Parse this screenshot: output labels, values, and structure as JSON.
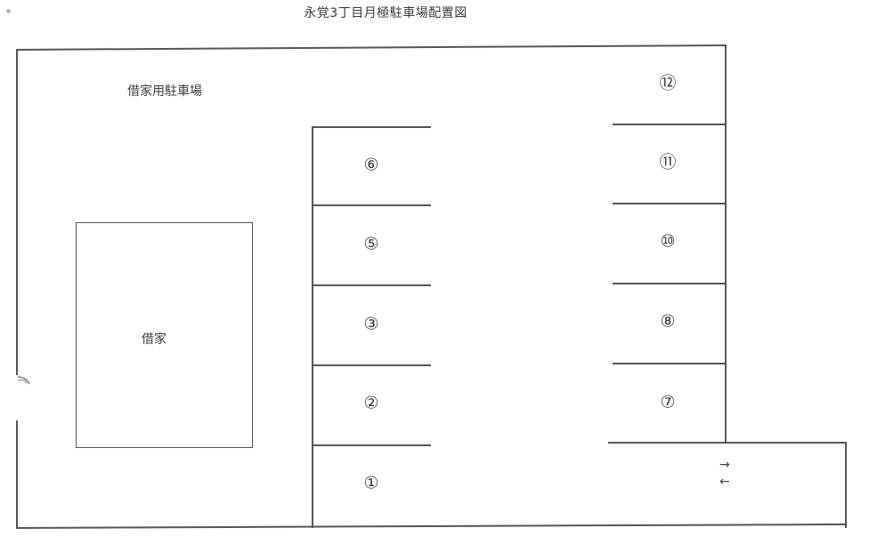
{
  "title": "永覚3丁目月極駐車場配置図",
  "areas": {
    "tenant_parking_label": "借家用駐車場",
    "rental_house_label": "借家"
  },
  "spots": {
    "left_column": [
      {
        "id": 6,
        "label": "⑥"
      },
      {
        "id": 5,
        "label": "⑤"
      },
      {
        "id": 3,
        "label": "③"
      },
      {
        "id": 2,
        "label": "②"
      },
      {
        "id": 1,
        "label": "①"
      }
    ],
    "right_column": [
      {
        "id": 12,
        "label": "⑫"
      },
      {
        "id": 11,
        "label": "⑪"
      },
      {
        "id": 10,
        "label": "⑩"
      },
      {
        "id": 8,
        "label": "⑧"
      },
      {
        "id": 7,
        "label": "⑦"
      }
    ]
  },
  "entrance": {
    "in_arrow": "→",
    "out_arrow": "←"
  },
  "colors": {
    "line": "#555555",
    "text": "#3c3c3c",
    "background": "#ffffff"
  }
}
